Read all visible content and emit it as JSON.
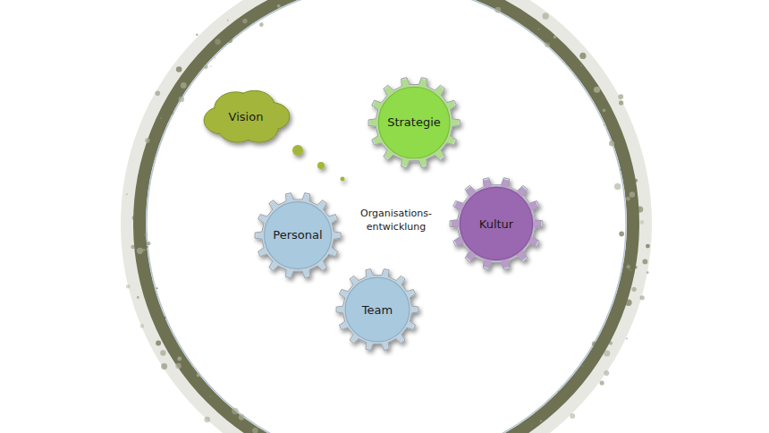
{
  "diagram": {
    "nodes": [
      {
        "text": [
          "Vision"
        ]
      },
      {
        "text": [
          "Strategie"
        ]
      },
      {
        "text": [
          "Personal"
        ]
      },
      {
        "text": [
          "Kultur"
        ]
      },
      {
        "text": [
          "Team"
        ]
      }
    ],
    "labels": [
      "Organisations- entwicklung"
    ]
  }
}
